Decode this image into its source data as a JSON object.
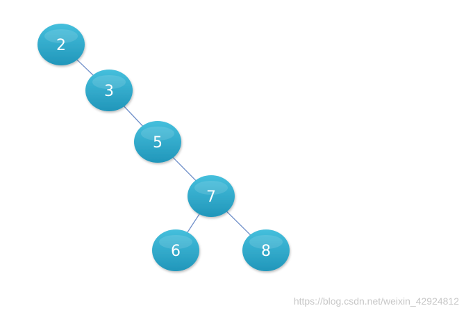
{
  "diagram": {
    "type": "binary-tree",
    "nodes": [
      {
        "id": "n2",
        "label": "2"
      },
      {
        "id": "n3",
        "label": "3"
      },
      {
        "id": "n5",
        "label": "5"
      },
      {
        "id": "n7",
        "label": "7"
      },
      {
        "id": "n6",
        "label": "6"
      },
      {
        "id": "n8",
        "label": "8"
      }
    ],
    "edges": [
      {
        "from": "n2",
        "to": "n3"
      },
      {
        "from": "n3",
        "to": "n5"
      },
      {
        "from": "n5",
        "to": "n7"
      },
      {
        "from": "n7",
        "to": "n6"
      },
      {
        "from": "n7",
        "to": "n8"
      }
    ],
    "colors": {
      "node_fill_top": "#45bfdc",
      "node_fill_bottom": "#2196ba",
      "node_text": "#ffffff",
      "edge": "#6f8fc9"
    }
  },
  "watermark": "https://blog.csdn.net/weixin_42924812"
}
